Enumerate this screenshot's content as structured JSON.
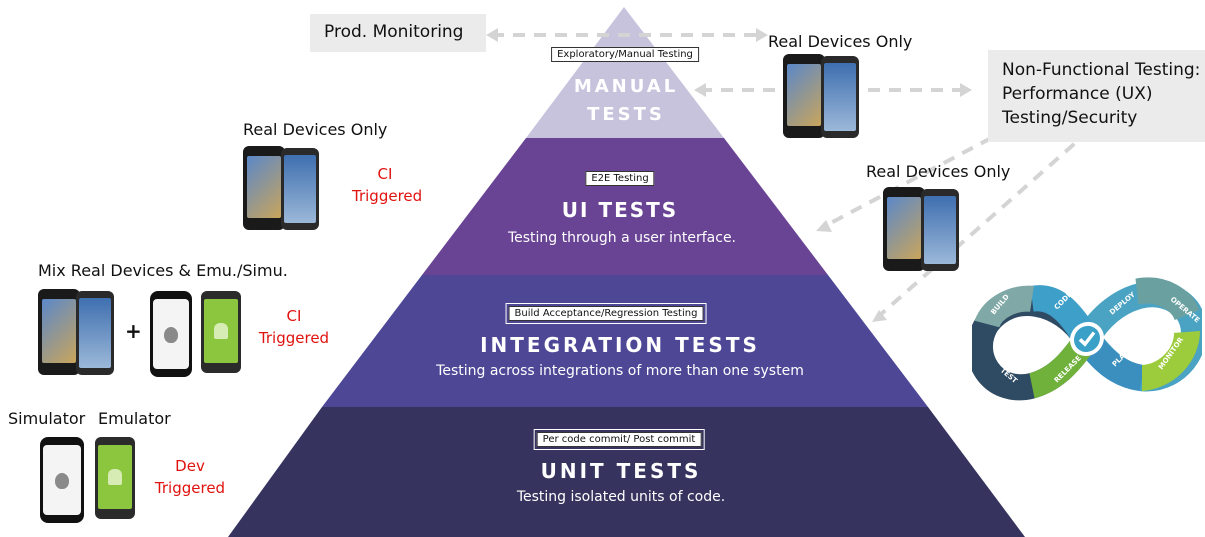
{
  "top_left_box": "Prod. Monitoring",
  "right_box": {
    "line1": "Non-Functional Testing:",
    "line2": "Performance (UX)",
    "line3": "Testing/Security"
  },
  "pyramid": {
    "manual": {
      "tag": "Exploratory/Manual Testing",
      "title_line1": "MANUAL",
      "title_line2": "TESTS"
    },
    "ui": {
      "tag": "E2E Testing",
      "title": "UI TESTS",
      "subtitle": "Testing through a user interface."
    },
    "integration": {
      "tag": "Build Acceptance/Regression Testing",
      "title": "INTEGRATION TESTS",
      "subtitle": "Testing across integrations of more than one system"
    },
    "unit": {
      "tag": "Per code commit/ Post commit",
      "title": "UNIT TESTS",
      "subtitle": "Testing isolated units of code."
    }
  },
  "left": {
    "ui_devices": "Real Devices Only",
    "ui_trigger_line1": "CI",
    "ui_trigger_line2": "Triggered",
    "int_devices": "Mix Real Devices & Emu./Simu.",
    "plus": "+",
    "int_trigger_line1": "CI",
    "int_trigger_line2": "Triggered",
    "simulator": "Simulator",
    "emulator": "Emulator",
    "unit_trigger_line1": "Dev",
    "unit_trigger_line2": "Triggered"
  },
  "right": {
    "manual_devices": "Real Devices Only",
    "ui_devices": "Real Devices Only"
  },
  "devops_loop": {
    "segments": [
      "BUILD",
      "CODE",
      "DEPLOY",
      "OPERATE",
      "TEST",
      "RELEASE",
      "PLAN",
      "MONITOR"
    ]
  },
  "colors": {
    "manual": "#c8c3dc",
    "ui": "#6a4494",
    "integration": "#4d4796",
    "unit": "#36335e",
    "red": "#e0130f"
  }
}
